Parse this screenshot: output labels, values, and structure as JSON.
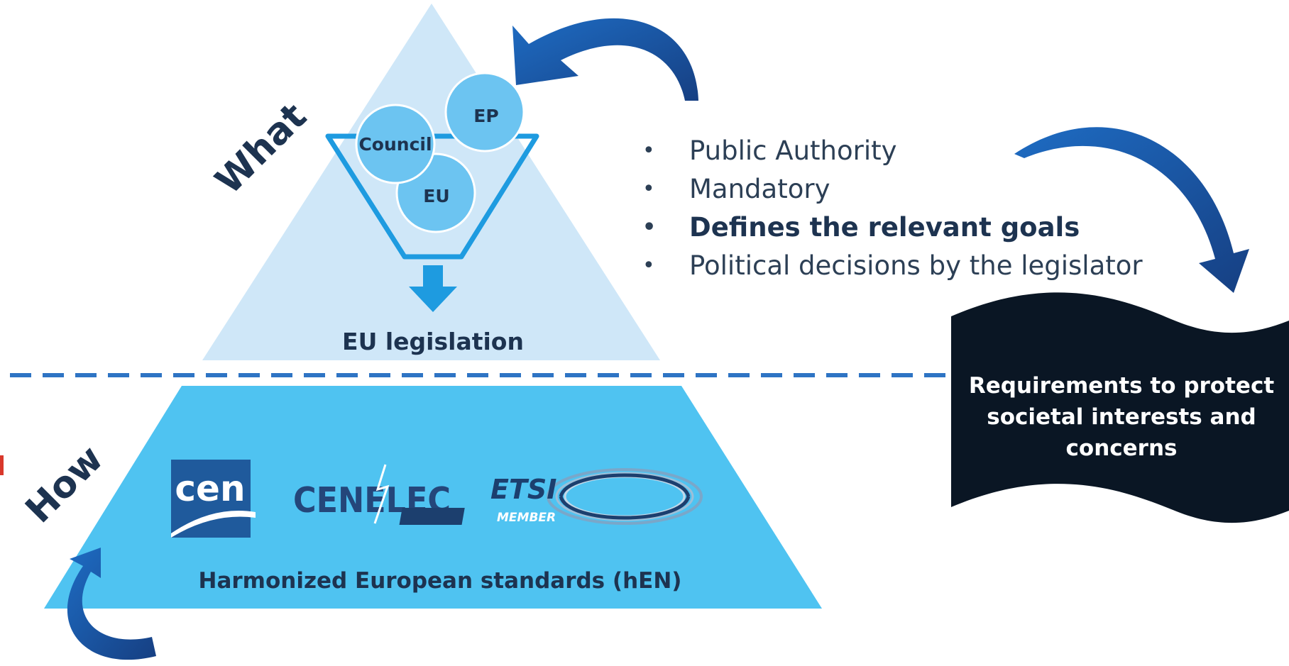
{
  "top_section": {
    "side_label": "What",
    "funnel_circles": [
      "Council",
      "EP",
      "EU"
    ],
    "caption": "EU legislation"
  },
  "bottom_section": {
    "side_label": "How",
    "caption": "Harmonized European standards (hEN)",
    "logos": {
      "cen": "cen",
      "cenelec": "CENELEC",
      "etsi": "ETSI",
      "etsi_member": "MEMBER"
    }
  },
  "bullets": [
    {
      "text": "Public Authority",
      "bold": false
    },
    {
      "text": "Mandatory",
      "bold": false
    },
    {
      "text": "Defines the relevant goals",
      "bold": true
    },
    {
      "text": "Political decisions by the legislator",
      "bold": false
    }
  ],
  "banner": {
    "lines": [
      "Requirements to protect",
      "societal interests and",
      "concerns"
    ]
  },
  "colors": {
    "top_triangle": "#cfe7f8",
    "bottom_trapezoid": "#4fc3f1",
    "circle_fill": "#6cc4f1",
    "funnel_stroke": "#1e9be0",
    "dashed_line": "#2e74c4",
    "arrow": "#1b5aa8",
    "banner": "#0a1624",
    "text_dark": "#1d3350",
    "accent_red": "#d9382b"
  }
}
